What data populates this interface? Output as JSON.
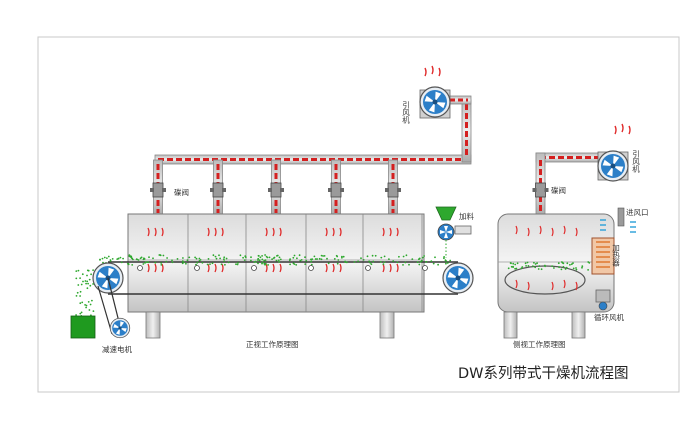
{
  "diagram": {
    "title": "DW系列带式干燥机流程图",
    "front_view_caption": "正视工作原理图",
    "side_view_caption": "侧视工作原理图",
    "front_labels": {
      "induced_fan": "引风机",
      "damper": "碟阀",
      "feed": "加料",
      "reduction_motor": "减速电机"
    },
    "side_labels": {
      "induced_fan": "引风机",
      "damper": "碟阀",
      "air_inlet": "进风口",
      "heater": "加热器",
      "circulation_fan": "循环风机"
    },
    "colors": {
      "duct_red": "#d42020",
      "body_gray": "#c8c8c8",
      "fan_blue": "#2c7fc8",
      "product_green": "#2ea82e",
      "hot_arrow": "#e02a2a",
      "cold_arrow": "#2aa0d8",
      "heater_orange": "#e07830"
    }
  }
}
